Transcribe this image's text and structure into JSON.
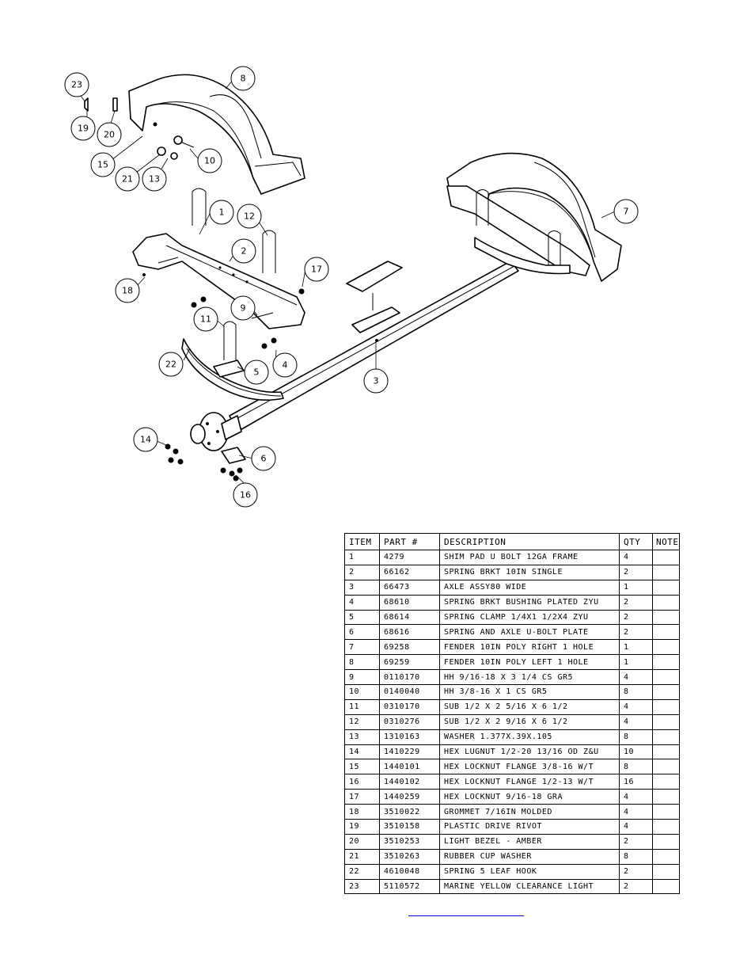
{
  "bom": {
    "headers": {
      "item": "ITEM",
      "part": "PART #",
      "description": "DESCRIPTION",
      "qty": "QTY",
      "note": "NOTE"
    },
    "rows": [
      {
        "item": "1",
        "part": "4279",
        "description": "SHIM PAD   U BOLT 12GA FRAME",
        "qty": "4",
        "note": ""
      },
      {
        "item": "2",
        "part": "66162",
        "description": "SPRING BRKT  10IN SINGLE",
        "qty": "2",
        "note": ""
      },
      {
        "item": "3",
        "part": "66473",
        "description": "AXLE ASSY80 WIDE",
        "qty": "1",
        "note": ""
      },
      {
        "item": "4",
        "part": "68610",
        "description": "SPRING BRKT BUSHING PLATED ZYU",
        "qty": "2",
        "note": ""
      },
      {
        "item": "5",
        "part": "68614",
        "description": "SPRING CLAMP   1/4X1 1/2X4  ZYU",
        "qty": "2",
        "note": ""
      },
      {
        "item": "6",
        "part": "68616",
        "description": "SPRING AND AXLE U-BOLT PLATE",
        "qty": "2",
        "note": ""
      },
      {
        "item": "7",
        "part": "69258",
        "description": "FENDER  10IN POLY RIGHT 1 HOLE",
        "qty": "1",
        "note": ""
      },
      {
        "item": "8",
        "part": "69259",
        "description": "FENDER  10IN POLY LEFT 1 HOLE",
        "qty": "1",
        "note": ""
      },
      {
        "item": "9",
        "part": "0110170",
        "description": "HH 9/16-18 X 3 1/4 CS GR5",
        "qty": "4",
        "note": ""
      },
      {
        "item": "10",
        "part": "0140040",
        "description": "HH 3/8-16 X 1 CS GR5",
        "qty": "8",
        "note": ""
      },
      {
        "item": "11",
        "part": "0310170",
        "description": "SUB 1/2 X 2 5/16 X 6 1/2",
        "qty": "4",
        "note": ""
      },
      {
        "item": "12",
        "part": "0310276",
        "description": "SUB 1/2 X 2 9/16 X 6 1/2",
        "qty": "4",
        "note": ""
      },
      {
        "item": "13",
        "part": "1310163",
        "description": "WASHER 1.377X.39X.105",
        "qty": "8",
        "note": ""
      },
      {
        "item": "14",
        "part": "1410229",
        "description": "HEX LUGNUT 1/2-20 13/16 OD Z&U",
        "qty": "10",
        "note": ""
      },
      {
        "item": "15",
        "part": "1440101",
        "description": "HEX LOCKNUT FLANGE 3/8-16 W/T",
        "qty": "8",
        "note": ""
      },
      {
        "item": "16",
        "part": "1440102",
        "description": "HEX LOCKNUT FLANGE 1/2-13 W/T",
        "qty": "16",
        "note": ""
      },
      {
        "item": "17",
        "part": "1440259",
        "description": "HEX LOCKNUT 9/16-18 GRA",
        "qty": "4",
        "note": ""
      },
      {
        "item": "18",
        "part": "3510022",
        "description": "GROMMET  7/16IN MOLDED",
        "qty": "4",
        "note": ""
      },
      {
        "item": "19",
        "part": "3510158",
        "description": "PLASTIC DRIVE RIVOT",
        "qty": "4",
        "note": ""
      },
      {
        "item": "20",
        "part": "3510253",
        "description": "LIGHT BEZEL - AMBER",
        "qty": "2",
        "note": ""
      },
      {
        "item": "21",
        "part": "3510263",
        "description": "RUBBER CUP WASHER",
        "qty": "8",
        "note": ""
      },
      {
        "item": "22",
        "part": "4610048",
        "description": "SPRING  5 LEAF HOOK",
        "qty": "2",
        "note": ""
      },
      {
        "item": "23",
        "part": "5110572",
        "description": "MARINE YELLOW CLEARANCE LIGHT",
        "qty": "2",
        "note": ""
      }
    ]
  },
  "callouts": [
    "1",
    "2",
    "3",
    "4",
    "5",
    "6",
    "7",
    "8",
    "9",
    "10",
    "11",
    "12",
    "13",
    "14",
    "15",
    "16",
    "17",
    "18",
    "19",
    "20",
    "21",
    "22",
    "23"
  ],
  "colors": {
    "link_underline": "#0000ee"
  }
}
